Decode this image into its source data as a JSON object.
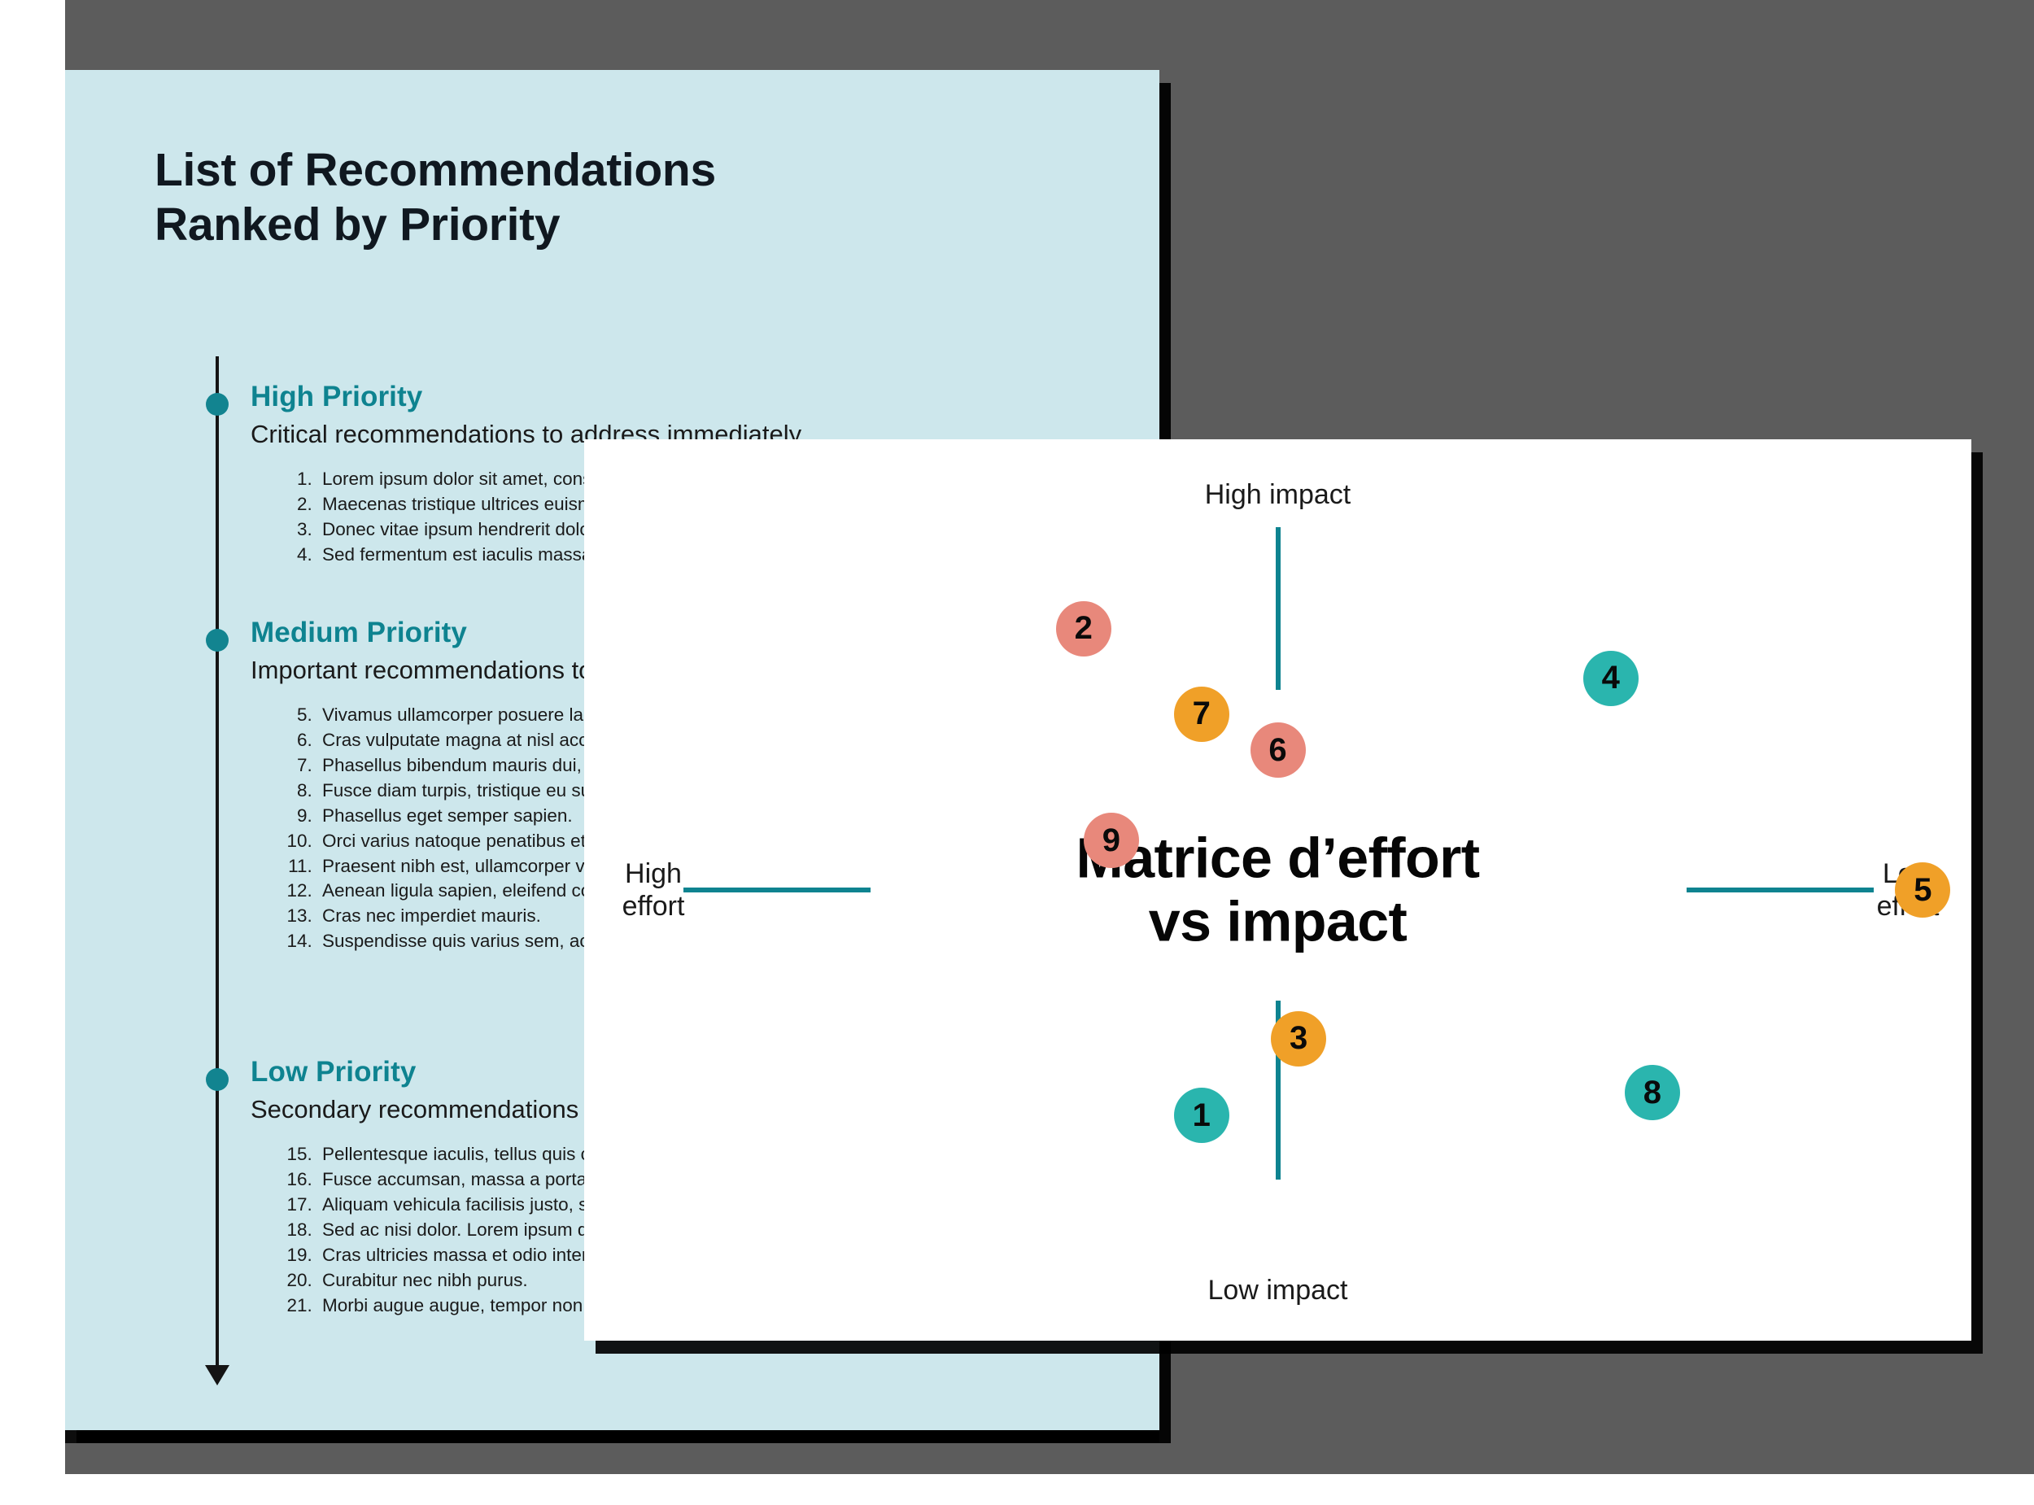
{
  "background": {
    "panel_color": "#5c5c5c"
  },
  "blue_slide": {
    "background_color": "#cde7ec",
    "title_line1": "List of Recommendations",
    "title_line2": "Ranked by Priority",
    "accent_color": "#0e8390",
    "sections": [
      {
        "id": "high",
        "title": "High Priority",
        "subtitle": "Critical recommendations to address immediately.",
        "start": 1,
        "items": [
          "Lorem ipsum dolor sit amet, consectetur adipiscing elit. Nulla vitae congue nulla, vel pretium quam.",
          "Maecenas tristique ultrices euismod.",
          "Donec vitae ipsum hendrerit dolor feugiat",
          "Sed fermentum est iaculis massa lacinia p"
        ]
      },
      {
        "id": "medium",
        "title": "Medium Priority",
        "subtitle": "Important recommendations to add",
        "start": 5,
        "items": [
          "Vivamus ullamcorper posuere lacinia.",
          "Cras vulputate magna at nisl accumsan, p luctus sapien nibh, et pharetra nisl dictum",
          "Phasellus bibendum mauris dui, ac egesta Suspendisse sollicitudin ante et egestas n",
          "Fusce diam turpis, tristique eu suscipit ac nunc.",
          "Phasellus eget semper sapien.",
          "Orci varius natoque penatibus et magnis d ridiculus mus.",
          "Praesent nibh est, ullamcorper vel vestibu auctor est. Donec sed erat pulvinar, alique",
          "Aenean ligula sapien, eleifend consectetu",
          "Cras nec imperdiet mauris.",
          "Suspendisse quis varius sem, ac posuere"
        ]
      },
      {
        "id": "low",
        "title": "Low Priority",
        "subtitle": "Secondary recommendations to add",
        "start": 15,
        "items": [
          "Pellentesque iaculis, tellus quis congue eg suscipit felis metus eget neque.",
          "Fusce accumsan, massa a porta lobortis, mauris velit eget ligula.",
          "Aliquam vehicula facilisis justo, sed interd malesuada at tellus vel sollicitudin.",
          "Sed ac nisi dolor. Lorem ipsum dolor sit am Aenean mollis sed tortor non tristique.",
          "Cras ultricies massa et odio interdum, sit a",
          "Curabitur nec nibh purus.",
          "Morbi augue augue, tempor non placerat a"
        ]
      }
    ]
  },
  "matrix_slide": {
    "title_line1": "Matrice d’effort",
    "title_line2": "vs impact",
    "axis": {
      "top_label": "High impact",
      "bottom_label": "Low impact",
      "left_label_line1": "High",
      "left_label_line2": "effort",
      "right_label_line1": "Low",
      "right_label_line2": "effort",
      "line_color": "#0e8390"
    },
    "colors": {
      "teal": "#2ab5ae",
      "orange": "#f0a028",
      "salmon": "#e8887b"
    },
    "bubbles": [
      {
        "label": "2",
        "color": "#e8887b",
        "x": 36.0,
        "y": 21.0
      },
      {
        "label": "7",
        "color": "#f0a028",
        "x": 44.5,
        "y": 30.5
      },
      {
        "label": "4",
        "color": "#2ab5ae",
        "x": 74.0,
        "y": 26.5
      },
      {
        "label": "6",
        "color": "#e8887b",
        "x": 50.0,
        "y": 34.5
      },
      {
        "label": "9",
        "color": "#e8887b",
        "x": 38.0,
        "y": 44.5
      },
      {
        "label": "5",
        "color": "#f0a028",
        "x": 96.5,
        "y": 50.0
      },
      {
        "label": "3",
        "color": "#f0a028",
        "x": 51.5,
        "y": 66.5
      },
      {
        "label": "1",
        "color": "#2ab5ae",
        "x": 44.5,
        "y": 75.0
      },
      {
        "label": "8",
        "color": "#2ab5ae",
        "x": 77.0,
        "y": 72.5
      }
    ]
  },
  "chart_data": {
    "type": "scatter",
    "title": "Matrice d’effort vs impact",
    "xlabel": "effort",
    "ylabel": "impact",
    "x_axis_left_label": "High effort",
    "x_axis_right_label": "Low effort",
    "y_axis_top_label": "High impact",
    "y_axis_bottom_label": "Low impact",
    "grid": false,
    "legend": "none",
    "note": "Quadrant matrix; x increases to the right toward Low effort, y increases upward toward High impact. Values are percent positions within the plot area.",
    "points": [
      {
        "label": "1",
        "x": 44.5,
        "y": 25.0,
        "color": "#2ab5ae"
      },
      {
        "label": "2",
        "x": 36.0,
        "y": 79.0,
        "color": "#e8887b"
      },
      {
        "label": "3",
        "x": 51.5,
        "y": 33.5,
        "color": "#f0a028"
      },
      {
        "label": "4",
        "x": 74.0,
        "y": 73.5,
        "color": "#2ab5ae"
      },
      {
        "label": "5",
        "x": 96.5,
        "y": 50.0,
        "color": "#f0a028"
      },
      {
        "label": "6",
        "x": 50.0,
        "y": 65.5,
        "color": "#e8887b"
      },
      {
        "label": "7",
        "x": 44.5,
        "y": 69.5,
        "color": "#f0a028"
      },
      {
        "label": "8",
        "x": 77.0,
        "y": 27.5,
        "color": "#2ab5ae"
      },
      {
        "label": "9",
        "x": 38.0,
        "y": 55.5,
        "color": "#e8887b"
      }
    ]
  }
}
